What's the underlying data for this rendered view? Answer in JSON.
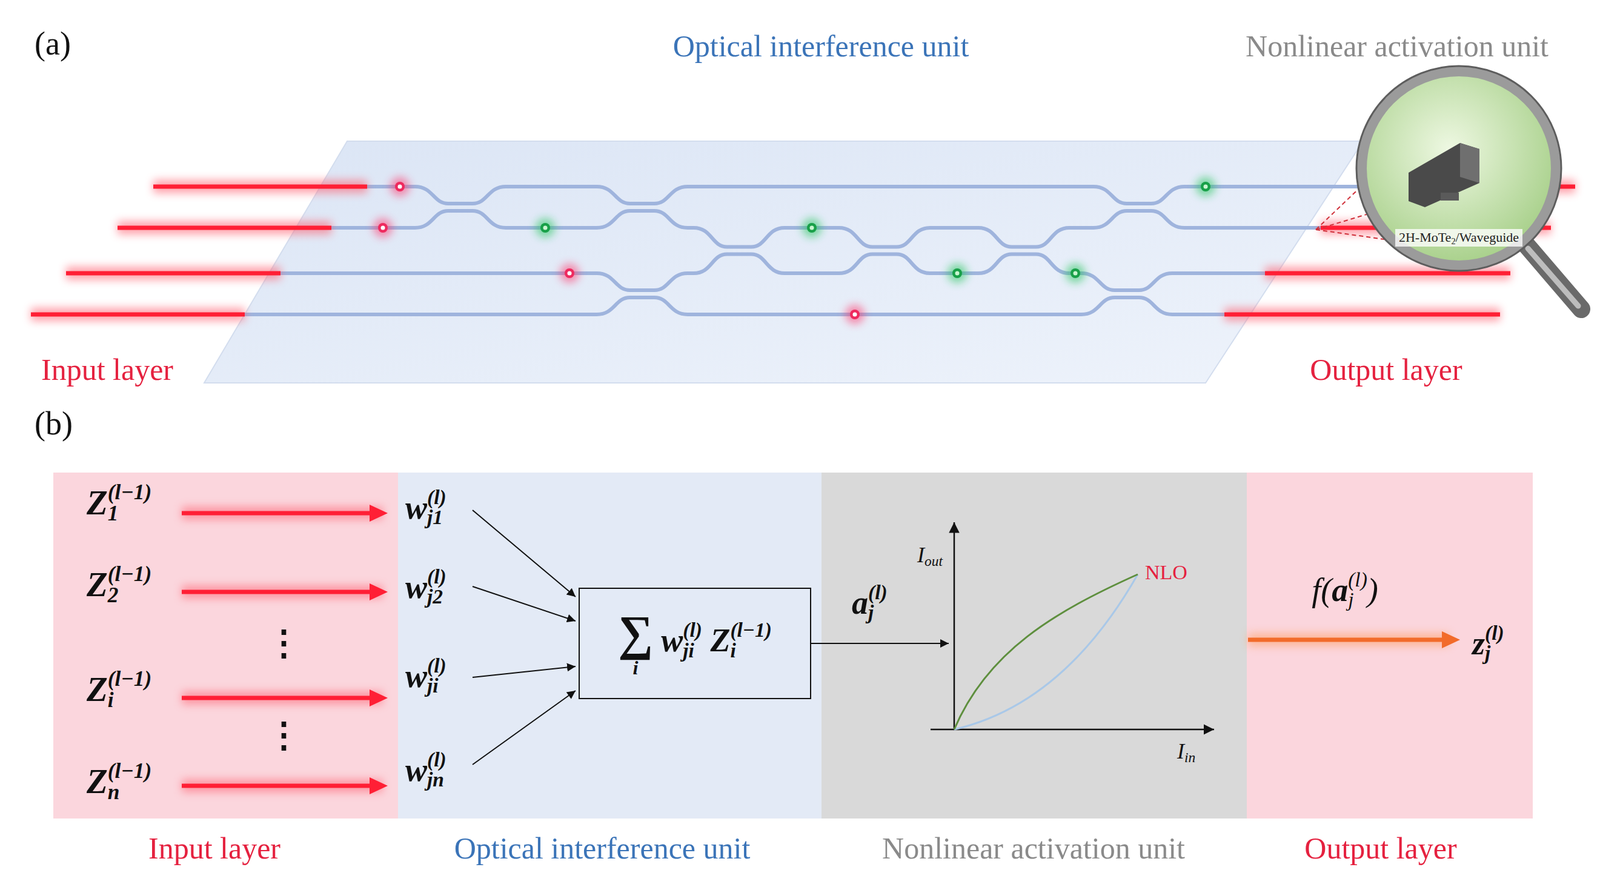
{
  "diagram": {
    "nodes": [
      {
        "text": [
          "Z1(l−1)",
          "Z2(l−1)",
          "⋮",
          "Zi(l−1)",
          "⋮",
          "Zn(l−1)",
          "Input layer"
        ]
      },
      {
        "text": [
          "wj1(l)",
          "wj2(l)",
          "wji(l)",
          "wjn(l)",
          "Optical interference unit"
        ]
      },
      {
        "text": [
          "∑i wji(l) Zi(l−1)"
        ],
        "in": 1
      },
      {
        "text": [
          "aj(l)",
          "Iout",
          "NLO",
          "Iin",
          "Nonlinear activation unit"
        ]
      },
      {
        "text": [
          "f(aj(l))",
          "zj(l)",
          "Output layer"
        ]
      }
    ],
    "labels": [
      "(a)",
      "Optical interference unit",
      "Nonlinear activation unit",
      "2H-MoTe2/Waveguide",
      "Input layer",
      "Output layer",
      "(b)"
    ]
  }
}
